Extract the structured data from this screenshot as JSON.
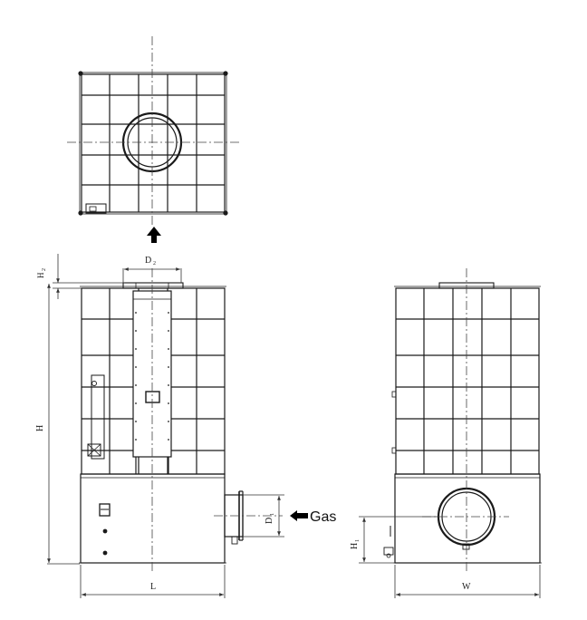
{
  "labels": {
    "d2": "D",
    "d2_sub": "2",
    "h2": "H",
    "h2_sub": "2",
    "h": "H",
    "l": "L",
    "d1": "D",
    "d1_sub": "1",
    "gas": "Gas",
    "h1": "H",
    "h1_sub": "1",
    "w": "W"
  },
  "colors": {
    "line": "#1a1a1a",
    "dim": "#333333"
  }
}
